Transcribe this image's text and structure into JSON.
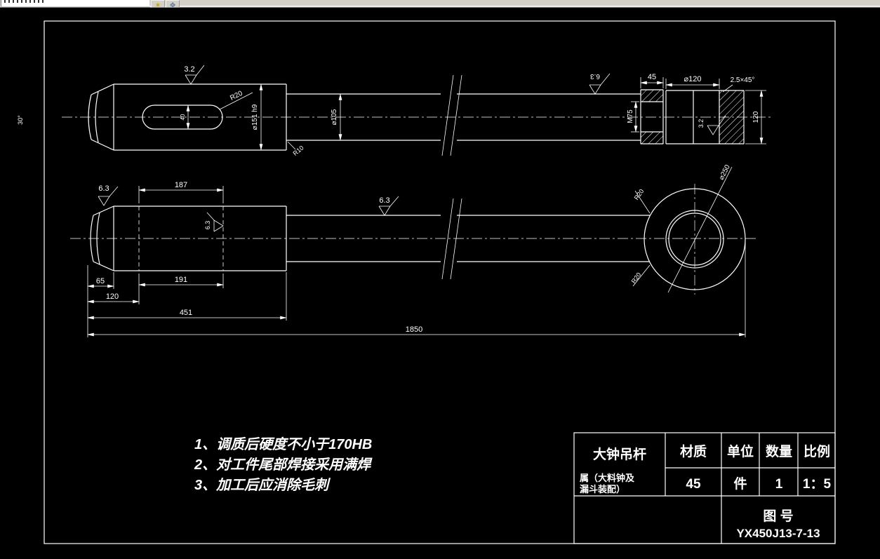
{
  "window": {
    "background": "#000000",
    "line_color": "#ffffff",
    "toolbar_color": "#d4d0c8"
  },
  "toolbar": {
    "icon1": {
      "glyph": "✶",
      "color": "#c8a400"
    },
    "icon2": {
      "glyph": "❖",
      "color": "#6a7fa0"
    }
  },
  "dims": {
    "surf_keyway": "3.2",
    "taper_angle": "30°",
    "keyway_radius": "R20",
    "keyway_width": "40",
    "dia_keyway_section": "⌀151 h9",
    "dia_shaft": "⌀105",
    "step_fillet": "R10",
    "surf_shaft_top": "6.3",
    "stub_len": "45",
    "dia_plate": "⌀120",
    "chamfer": "2.5×45°",
    "thread": "M75",
    "surf_plate": "3.2",
    "plate_height": "120",
    "surf_taper": "6.3",
    "keyway_len_top": "187",
    "surf_keyway_end": "6.3",
    "surf_shaft_bottom": "6.3",
    "taper_len": "65",
    "keyway_len_bottom": "191",
    "taper_to_keyway": "120",
    "section_len": "451",
    "total_len": "1850",
    "ring_outer_dia": "⌀250",
    "ring_fillet_top": "R20",
    "ring_fillet_bottom": "R20"
  },
  "notes": {
    "line1": "1、调质后硬度不小于170HB",
    "line2": "2、对工件尾部焊接采用满焊",
    "line3": "3、加工后应消除毛刺"
  },
  "title_block": {
    "part_name": "大钟吊杆",
    "part_sub1": "属（大料钟及",
    "part_sub2": "漏斗装配）",
    "header_material": "材质",
    "header_unit": "单位",
    "header_qty": "数量",
    "header_scale": "比例",
    "value_material": "45",
    "value_unit": "件",
    "value_qty": "1",
    "value_scale": "1：5",
    "drawing_no_label": "图 号",
    "drawing_no": "YX450J13-7-13"
  }
}
